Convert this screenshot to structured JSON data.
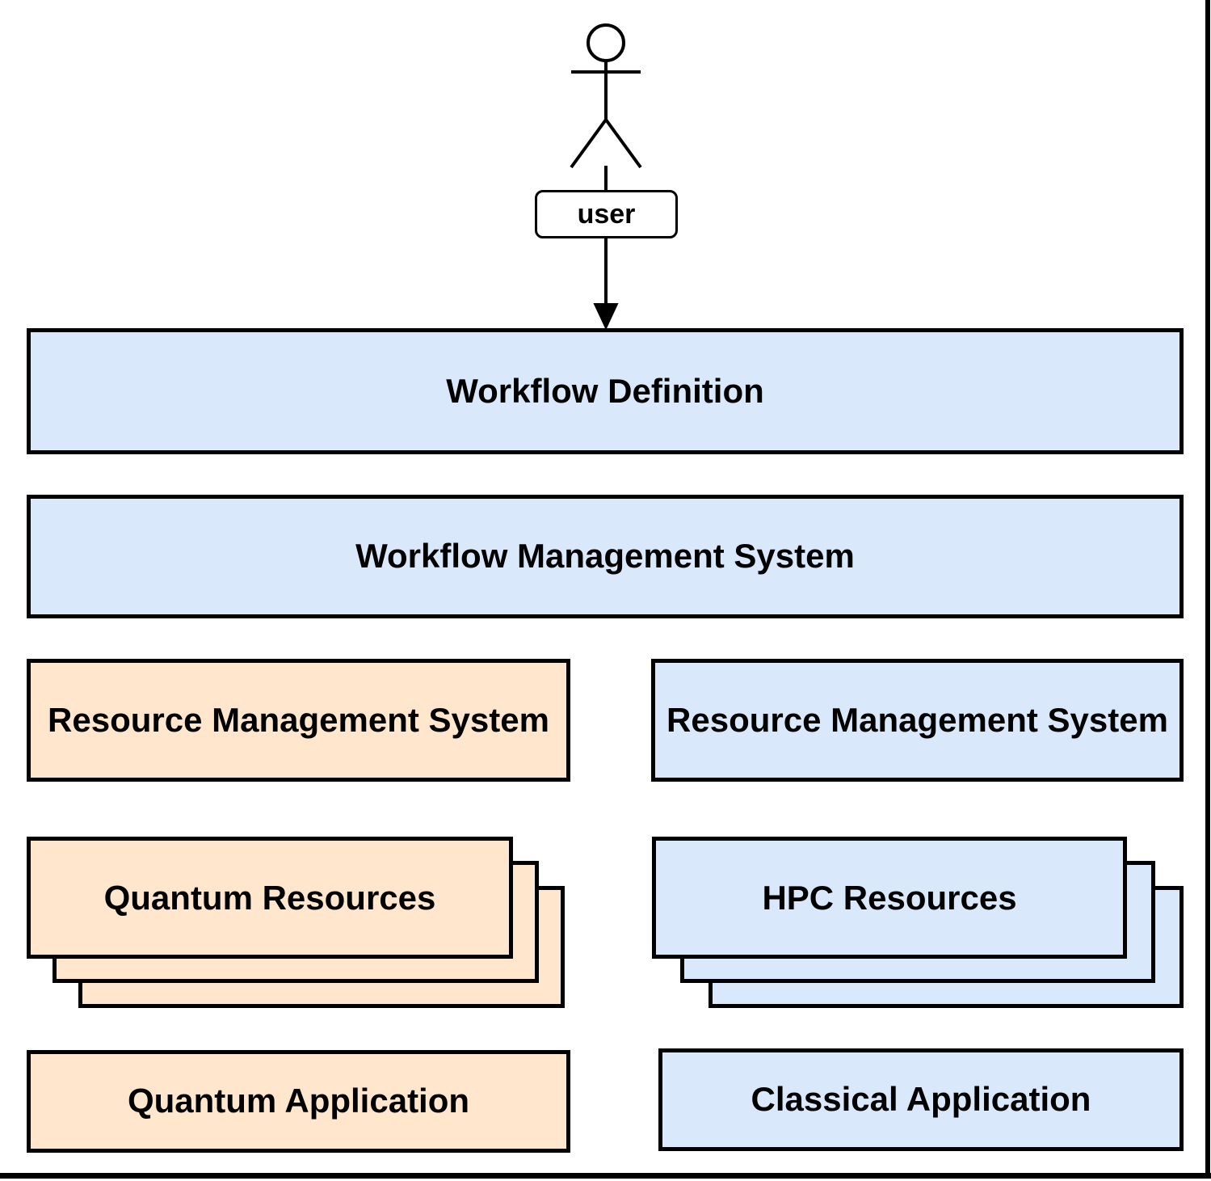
{
  "actor": {
    "label": "user"
  },
  "layers": {
    "workflow_definition": "Workflow Definition",
    "workflow_management_system": "Workflow Management System"
  },
  "columns": {
    "quantum": {
      "resource_management_system": "Resource Management System",
      "resources": "Quantum Resources",
      "application": "Quantum Application"
    },
    "classical": {
      "resource_management_system": "Resource Management System",
      "resources": "HPC Resources",
      "application": "Classical Application"
    }
  },
  "colors": {
    "quantum_fill": "#ffe6cc",
    "classical_fill": "#dae8fc",
    "box_border": "#000000",
    "background": "#ffffff"
  }
}
